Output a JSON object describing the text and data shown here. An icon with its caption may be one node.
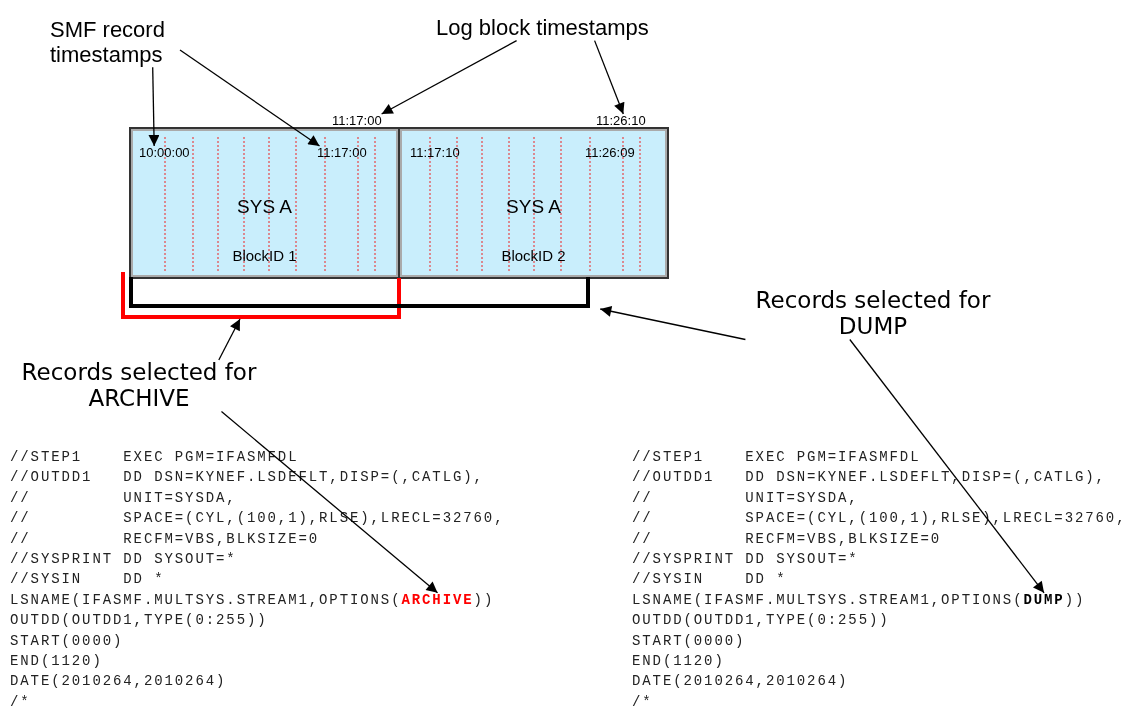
{
  "diagram": {
    "nodes": [
      {
        "text": [
          "SMF record timestamps"
        ]
      },
      {
        "text": [
          "Log block timestamps"
        ]
      },
      {
        "text": [
          "11:17:00"
        ]
      },
      {
        "text": [
          "11:26:10"
        ]
      },
      {
        "text": [
          "SYS A",
          "BlockID 1"
        ]
      },
      {
        "text": [
          "10:00:00"
        ],
        "in": 4
      },
      {
        "text": [
          "11:17:00"
        ],
        "in": 4
      },
      {
        "text": [
          "SYS A",
          "BlockID 2"
        ]
      },
      {
        "text": [
          "11:17:10"
        ],
        "in": 7
      },
      {
        "text": [
          "11:26:09"
        ],
        "in": 7
      },
      {
        "text": [],
        "shape": "bracket"
      },
      {
        "text": [],
        "shape": "bracket"
      },
      {
        "text": [
          "Records selected for DUMP"
        ]
      },
      {
        "text": [
          "Records selected for ARCHIVE"
        ]
      },
      {
        "text": [
          "//STEP1    EXEC PGM=IFASMFDL",
          "//OUTDD1   DD DSN=KYNEF.LSDEFLT,DISP=(,CATLG),",
          "//         UNIT=SYSDA,",
          "//         SPACE=(CYL,(100,1),RLSE),LRECL=32760,",
          "//         RECFM=VBS,BLKSIZE=0",
          "//SYSPRINT DD SYSOUT=*",
          "//SYSIN    DD *",
          "LSNAME(IFASMF.MULTSYS.STREAM1,OPTIONS(**ARCHIVE**))",
          "OUTDD(OUTDD1,TYPE(0:255))",
          "START(0000)",
          "END(1120)",
          "DATE(2010264,2010264)",
          "/*"
        ]
      },
      {
        "text": [
          "//STEP1    EXEC PGM=IFASMFDL",
          "//OUTDD1   DD DSN=KYNEF.LSDEFLT,DISP=(,CATLG),",
          "//         UNIT=SYSDA,",
          "//         SPACE=(CYL,(100,1),RLSE),LRECL=32760,",
          "//         RECFM=VBS,BLKSIZE=0",
          "//SYSPRINT DD SYSOUT=*",
          "//SYSIN    DD *",
          "LSNAME(IFASMF.MULTSYS.STREAM1,OPTIONS(**DUMP**))",
          "OUTDD(OUTDD1,TYPE(0:255))",
          "START(0000)",
          "END(1120)",
          "DATE(2010264,2010264)",
          "/*"
        ]
      }
    ],
    "edges": [
      {
        "from": 0,
        "to": 5,
        "arrow": "to"
      },
      {
        "from": 0,
        "to": 6,
        "arrow": "to"
      },
      {
        "from": 1,
        "to": 2,
        "arrow": "to"
      },
      {
        "from": 1,
        "to": 3,
        "arrow": "to"
      },
      {
        "from": 13,
        "to": 10,
        "arrow": "to"
      },
      {
        "from": 12,
        "to": 11,
        "arrow": "to"
      },
      {
        "from": 13,
        "to": 14,
        "arrow": "to"
      },
      {
        "from": 12,
        "to": 15,
        "arrow": "to"
      }
    ]
  }
}
